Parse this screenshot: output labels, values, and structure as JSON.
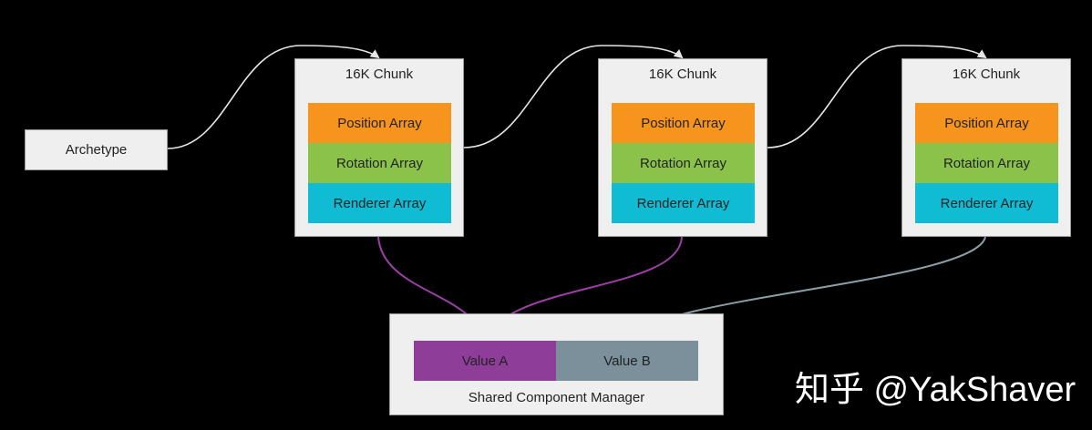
{
  "archetype": {
    "label": "Archetype"
  },
  "chunks": [
    {
      "title": "16K Chunk",
      "arrays": [
        "Position Array",
        "Rotation Array",
        "Renderer Array"
      ]
    },
    {
      "title": "16K Chunk",
      "arrays": [
        "Position Array",
        "Rotation Array",
        "Renderer Array"
      ]
    },
    {
      "title": "16K Chunk",
      "arrays": [
        "Position Array",
        "Rotation Array",
        "Renderer Array"
      ]
    }
  ],
  "manager": {
    "label": "Shared Component Manager",
    "values": [
      "Value A",
      "Value B"
    ]
  },
  "colors": {
    "position": "#f7941d",
    "rotation": "#8bc34a",
    "renderer": "#0fbcd4",
    "value_a": "#8e3d99",
    "value_b": "#7b909a",
    "link": "#e6e6e6",
    "link_a": "#9b3fa6",
    "link_b": "#8a9ea8"
  },
  "watermark": "知乎 @YakShaver"
}
